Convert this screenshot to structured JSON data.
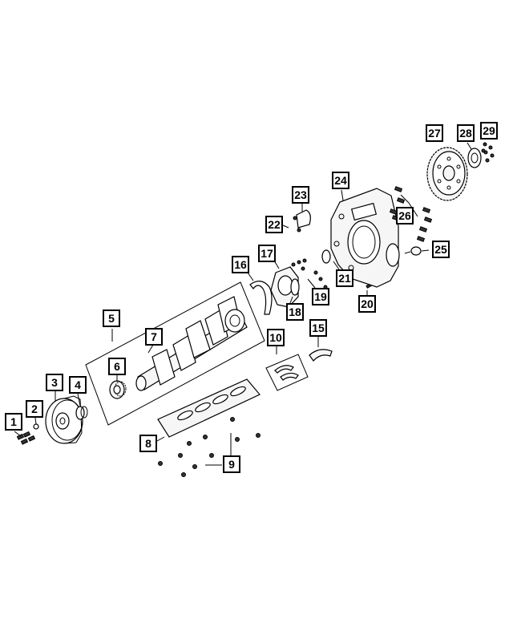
{
  "callouts": [
    {
      "id": "c1",
      "label": "1"
    },
    {
      "id": "c2",
      "label": "2"
    },
    {
      "id": "c3",
      "label": "3"
    },
    {
      "id": "c4",
      "label": "4"
    },
    {
      "id": "c5",
      "label": "5"
    },
    {
      "id": "c6",
      "label": "6"
    },
    {
      "id": "c7",
      "label": "7"
    },
    {
      "id": "c8",
      "label": "8"
    },
    {
      "id": "c9",
      "label": "9"
    },
    {
      "id": "c10",
      "label": "10"
    },
    {
      "id": "c15",
      "label": "15"
    },
    {
      "id": "c16",
      "label": "16"
    },
    {
      "id": "c17",
      "label": "17"
    },
    {
      "id": "c18",
      "label": "18"
    },
    {
      "id": "c19",
      "label": "19"
    },
    {
      "id": "c20",
      "label": "20"
    },
    {
      "id": "c21",
      "label": "21"
    },
    {
      "id": "c22",
      "label": "22"
    },
    {
      "id": "c23",
      "label": "23"
    },
    {
      "id": "c24",
      "label": "24"
    },
    {
      "id": "c25",
      "label": "25"
    },
    {
      "id": "c26",
      "label": "26"
    },
    {
      "id": "c27",
      "label": "27"
    },
    {
      "id": "c28",
      "label": "28"
    },
    {
      "id": "c29",
      "label": "29"
    }
  ]
}
